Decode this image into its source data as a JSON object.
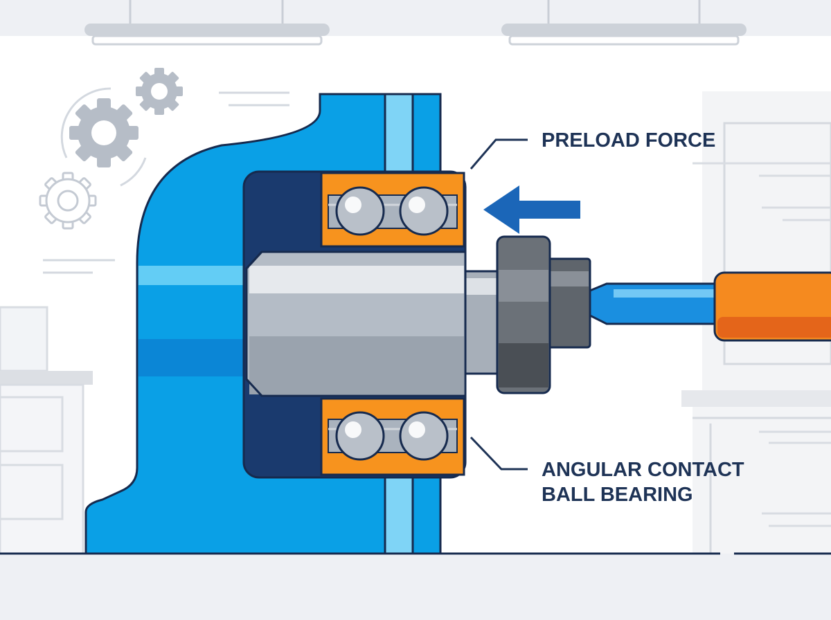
{
  "labels": {
    "preload_force": "PRELOAD FORCE",
    "bearing_line1": "ANGULAR CONTACT",
    "bearing_line2": "BALL BEARING"
  },
  "icons": [
    "gear-icon",
    "force-arrow-icon"
  ],
  "colors": {
    "housing_blue": "#0aa0e6",
    "housing_dark": "#1a3a6e",
    "bearing_orange": "#f7931e",
    "shaft_gray": "#b4bcc6",
    "nut_gray": "#6b7178",
    "arrow_blue": "#1b66b8",
    "tool_orange": "#f58a1f",
    "outline_navy": "#162a4e",
    "background_gray": "#eef0f4"
  }
}
